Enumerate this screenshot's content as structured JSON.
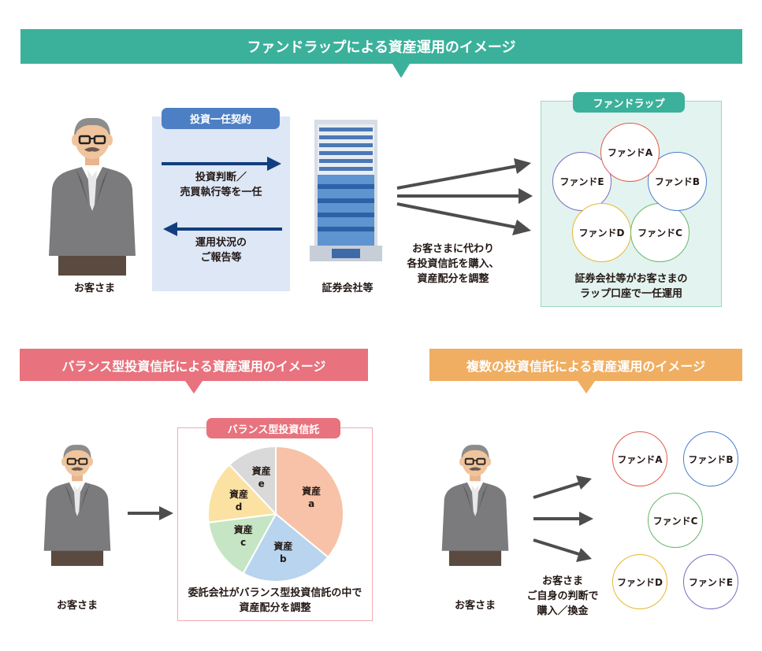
{
  "top": {
    "title": "ファンドラップによる資産運用のイメージ",
    "contract_label": "投資一任契約",
    "arrow_right_text": [
      "投資判断／",
      "売買執行等を一任"
    ],
    "arrow_left_text": [
      "運用状況の",
      "ご報告等"
    ],
    "customer_label": "お客さま",
    "company_label": "証券会社等",
    "middle_text": [
      "お客さまに代わり",
      "各投資信託を購入、",
      "資産配分を調整"
    ],
    "wrap_label": "ファンドラップ",
    "funds": [
      "ファンドA",
      "ファンドB",
      "ファンドC",
      "ファンドD",
      "ファンドE"
    ],
    "wrap_caption": [
      "証券会社等がお客さまの",
      "ラップ口座で一任運用"
    ],
    "colors": {
      "banner": "#3bb19b",
      "contract": "#4d7fc4",
      "contract_bg": "#dde7f5",
      "wrap_bg": "#e3f3ef",
      "arrow_dark": "#123e7f"
    }
  },
  "left": {
    "title": "バランス型投資信託による資産運用のイメージ",
    "customer_label": "お客さま",
    "box_label": "バランス型投資信託",
    "caption": [
      "委託会社がバランス型投資信託の中で",
      "資産配分を調整"
    ],
    "colors": {
      "banner": "#e8727d",
      "box_border": "#f1a9b0"
    }
  },
  "right": {
    "title": "複数の投資信託による資産運用のイメージ",
    "customer_label": "お客さま",
    "caption": [
      "お客さま",
      "ご自身の判断で",
      "購入／換金"
    ],
    "funds": [
      "ファンドA",
      "ファンドB",
      "ファンドC",
      "ファンドD",
      "ファンドE"
    ],
    "colors": {
      "banner": "#f0ae62"
    }
  },
  "chart_data": {
    "type": "pie",
    "title": "バランス型投資信託",
    "categories": [
      "資産 a",
      "資産 b",
      "資産 c",
      "資産 d",
      "資産 e"
    ],
    "labels": [
      [
        "資産",
        "a"
      ],
      [
        "資産",
        "b"
      ],
      [
        "資産",
        "c"
      ],
      [
        "資産",
        "d"
      ],
      [
        "資産",
        "e"
      ]
    ],
    "values": [
      36,
      22,
      15,
      15,
      12
    ],
    "colors": [
      "#f7c2a7",
      "#b8d4ee",
      "#c5e5c4",
      "#fbe2a3",
      "#d9d9d9"
    ]
  }
}
